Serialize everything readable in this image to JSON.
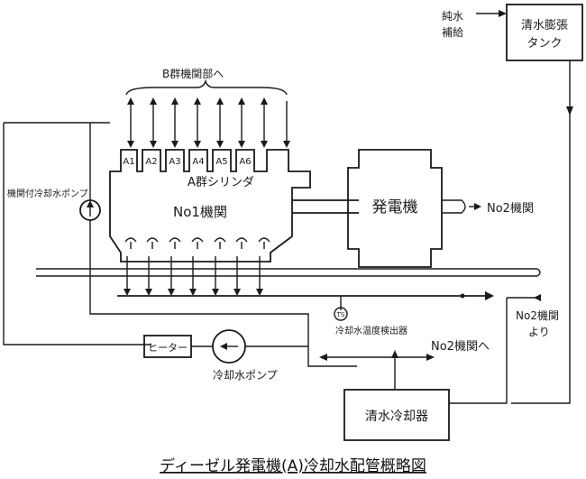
{
  "labels": {
    "pure_water": "純水",
    "supply": "補給",
    "expansion_tank_1": "清水膨張",
    "expansion_tank_2": "タンク",
    "group_b": "B群機関部へ",
    "group_a_cyl": "A群シリンダ",
    "engine_no1": "No1機関",
    "generator": "発電機",
    "to_no2_engine_top": "No2機関",
    "engine_pump": "機関付冷却水ポンプ",
    "temp_sensor_tag": "TS",
    "temp_sensor": "冷却水温度検出器",
    "to_no2_engine": "No2機関へ",
    "from_no2_1": "No2機関",
    "from_no2_2": "より",
    "heater": "ヒーター",
    "cooling_pump": "冷却水ポンプ",
    "cooler": "清水冷却器",
    "caption": "ディーゼル発電機(A)冷却水配管概略図"
  },
  "cylinders": [
    "A1",
    "A2",
    "A3",
    "A4",
    "A5",
    "A6"
  ]
}
